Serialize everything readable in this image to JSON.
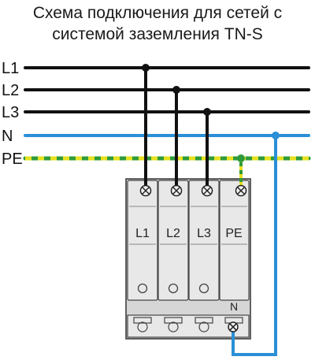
{
  "title": {
    "line1": "Схема подключения для сетей с",
    "line2": "системой заземления TN-S"
  },
  "bus_labels": {
    "l1": "L1",
    "l2": "L2",
    "l3": "L3",
    "n": "N",
    "pe": "PE"
  },
  "modules": [
    {
      "label": "L1"
    },
    {
      "label": "L2"
    },
    {
      "label": "L3"
    },
    {
      "label": "PE",
      "bottom_label": "N"
    }
  ],
  "colors": {
    "phase_wire": "#111111",
    "neutral_wire": "#2a8fd6",
    "pe_green": "#2e9b3a",
    "pe_yellow": "#e6e020",
    "module_body": "#e3e3e3",
    "module_outline": "#333333"
  }
}
